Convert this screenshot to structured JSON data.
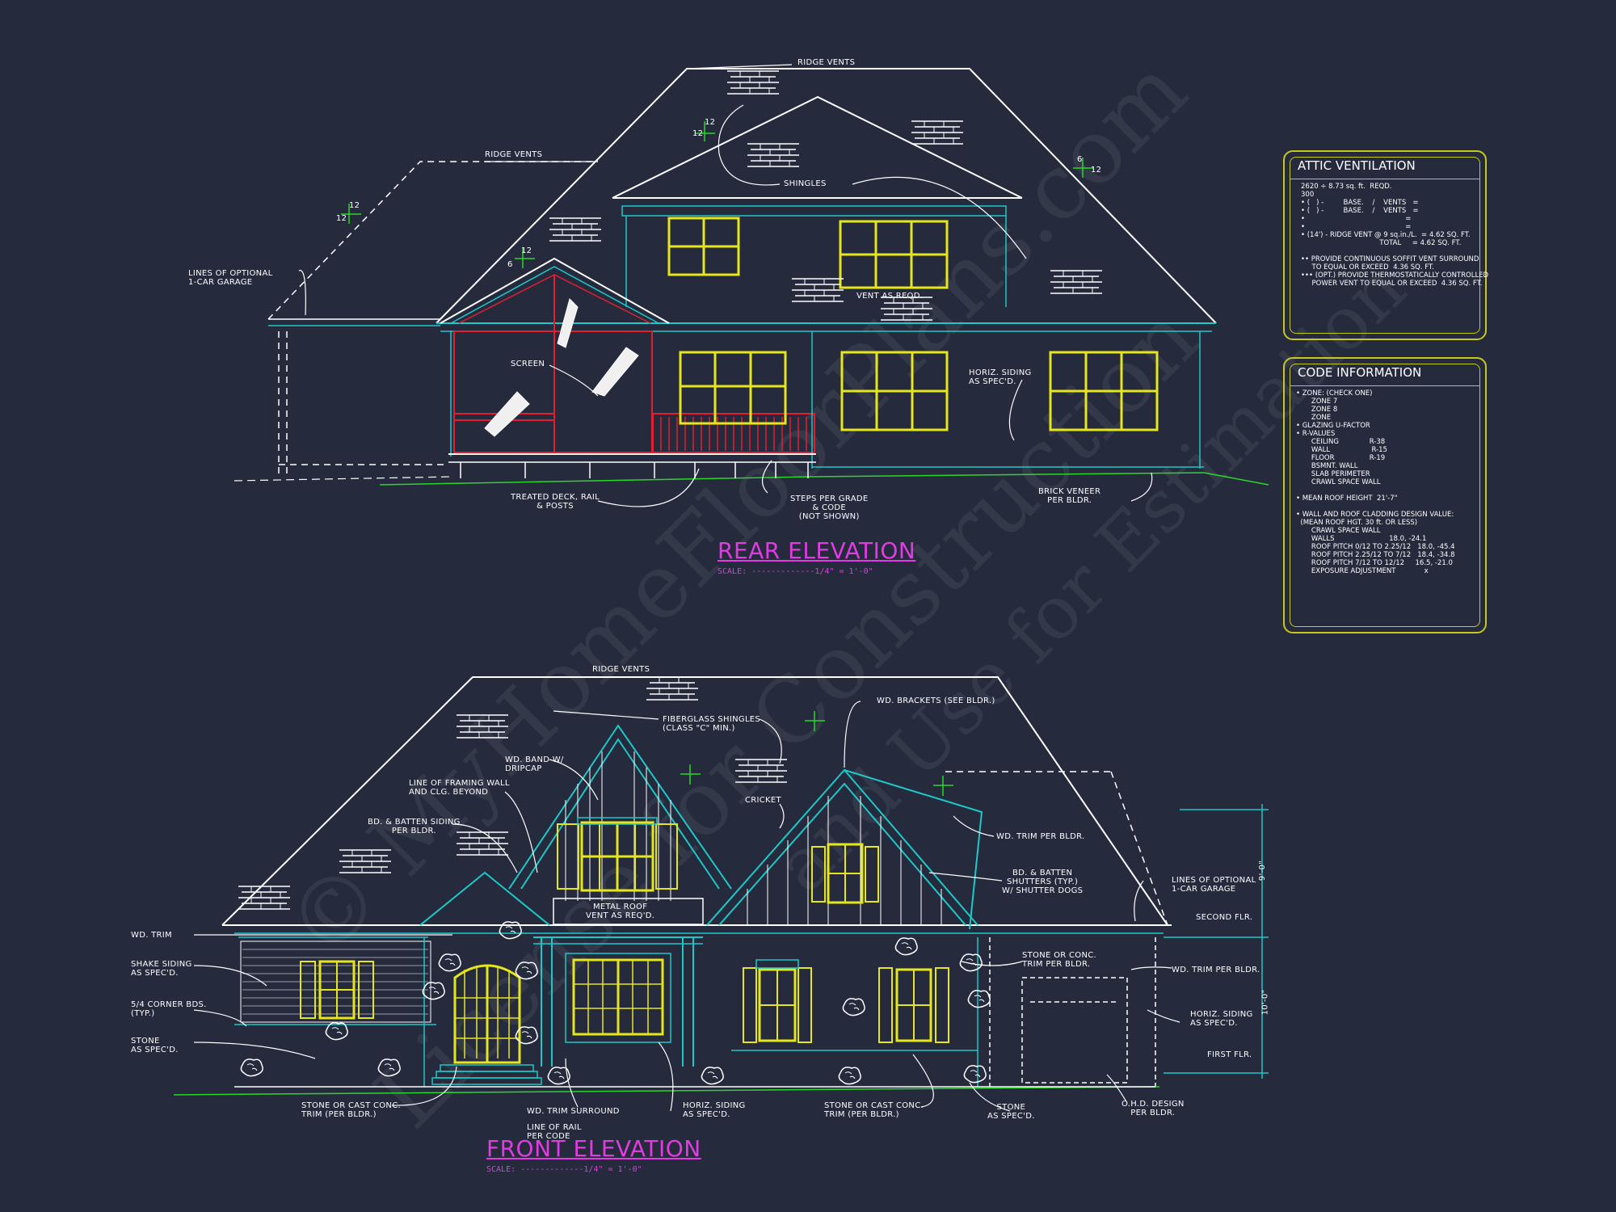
{
  "colors": {
    "background": "#252a3d",
    "linework": "#ffffff",
    "walls": "#1ec8c8",
    "windows": "#e6e61e",
    "deck": "#e02030",
    "titles": "#e13be2",
    "panel_border": "#c8c81e",
    "grade": "#2bd62b"
  },
  "watermark": {
    "line1": "© MyHomeFloorPlans.com",
    "line2": "License for Construction",
    "line3": "and Use for Estimation"
  },
  "rear_elevation": {
    "title": "REAR ELEVATION",
    "scale": "SCALE: -------------1/4\" = 1'-0\"",
    "notes": {
      "ridge_vents_top": "RIDGE VENTS",
      "ridge_vents_left": "RIDGE VENTS",
      "shingles": "SHINGLES",
      "optional_garage": "LINES OF OPTIONAL\n1-CAR GARAGE",
      "vent": "VENT AS REQD.",
      "screen": "SCREEN",
      "horiz_siding": "HORIZ. SIDING\nAS SPEC'D.",
      "deck": "TREATED DECK, RAIL\n& POSTS",
      "steps": "STEPS PER GRADE\n& CODE\n(NOT SHOWN)",
      "brick": "BRICK VENEER\nPER BLDR."
    },
    "pitch": {
      "main_rise": "12",
      "main_run": "12",
      "left_rise": "12",
      "left_run": "12",
      "gable_rise": "6",
      "gable_run": "12",
      "upper_rise": "6",
      "upper_run": "12"
    }
  },
  "front_elevation": {
    "title": "FRONT ELEVATION",
    "scale": "SCALE: -------------1/4\" = 1'-0\"",
    "notes": {
      "ridge_vents": "RIDGE VENTS",
      "fiberglass": "FIBERGLASS SHINGLES\n(CLASS \"C\" MIN.)",
      "brackets": "WD. BRACKETS (SEE BLDR.)",
      "band": "WD. BAND W/\nDRIPCAP",
      "framing": "LINE OF FRAMING WALL\nAND CLG. BEYOND",
      "cricket": "CRICKET",
      "batten": "BD. & BATTEN SIDING\nPER BLDR.",
      "trim_bldr": "WD. TRIM PER BLDR.",
      "shutters": "BD. & BATTEN\nSHUTTERS (TYP.)\nW/ SHUTTER DOGS",
      "optional_garage": "LINES OF OPTIONAL\n1-CAR GARAGE",
      "second_flr": "SECOND FLR.",
      "metal_roof": "METAL ROOF\nVENT AS REQ'D.",
      "wd_trim": "WD. TRIM",
      "shake": "SHAKE SIDING\nAS SPEC'D.",
      "corner": "5/4 CORNER BDS.\n(TYP.)",
      "stone": "STONE\nAS SPEC'D.",
      "stone_conc": "STONE OR CONC.\nTRIM PER BLDR.",
      "wd_trim_bldr2": "WD. TRIM PER BLDR.",
      "horiz": "HORIZ. SIDING\nAS SPEC'D.",
      "first_flr": "FIRST FLR.",
      "cast_left": "STONE OR CAST CONC.\nTRIM (PER BLDR.)",
      "trim_surround": "WD. TRIM SURROUND",
      "rail": "LINE OF RAIL\nPER CODE",
      "horiz2": "HORIZ. SIDING\nAS SPEC'D.",
      "cast_right": "STONE OR CAST CONC.\nTRIM (PER BLDR.)",
      "stone2": "STONE\nAS SPEC'D.",
      "ohd": "O.H.D. DESIGN\nPER BLDR."
    },
    "dims": {
      "upper": "9'-0\"",
      "lower": "10'-0\""
    }
  },
  "attic_ventilation": {
    "title": "ATTIC VENTILATION",
    "lines": [
      "2620 ÷ 8.73 sq. ft.  REQD.",
      "300",
      "• (   ) -         BASE.    /    VENTS   =",
      "• (   ) -         BASE.    /    VENTS   =",
      "•                                              =",
      "•                                              =",
      "• (14') - RIDGE VENT @ 9 sq.in./L.  = 4.62 SQ. FT.",
      "                                    TOTAL     = 4.62 SQ. FT.",
      "",
      "•• PROVIDE CONTINUOUS SOFFIT VENT SURROUND",
      "     TO EQUAL OR EXCEED  4.36 SQ. FT.",
      "••• (OPT.) PROVIDE THERMOSTATICALLY CONTROLLED",
      "     POWER VENT TO EQUAL OR EXCEED  4.36 SQ. FT."
    ]
  },
  "code_information": {
    "title": "CODE INFORMATION",
    "lines": [
      "• ZONE: (CHECK ONE)",
      "       ZONE 7",
      "       ZONE 8",
      "       ZONE",
      "• GLAZING U-FACTOR",
      "• R-VALUES",
      "       CEILING              R-38",
      "       WALL                   R-15",
      "       FLOOR                R-19",
      "       BSMNT. WALL",
      "       SLAB PERIMETER",
      "       CRAWL SPACE WALL",
      "",
      "• MEAN ROOF HEIGHT  21'-7\"",
      "",
      "• WALL AND ROOF CLADDING DESIGN VALUE:",
      "  (MEAN ROOF HGT. 30 ft. OR LESS)",
      "       CRAWL SPACE WALL",
      "       WALLS                         18.0, -24.1",
      "       ROOF PITCH 0/12 TO 2.25/12   18.0, -45.4",
      "       ROOF PITCH 2.25/12 TO 7/12   18.4, -34.8",
      "       ROOF PITCH 7/12 TO 12/12     16.5, -21.0",
      "       EXPOSURE ADJUSTMENT             x"
    ]
  }
}
